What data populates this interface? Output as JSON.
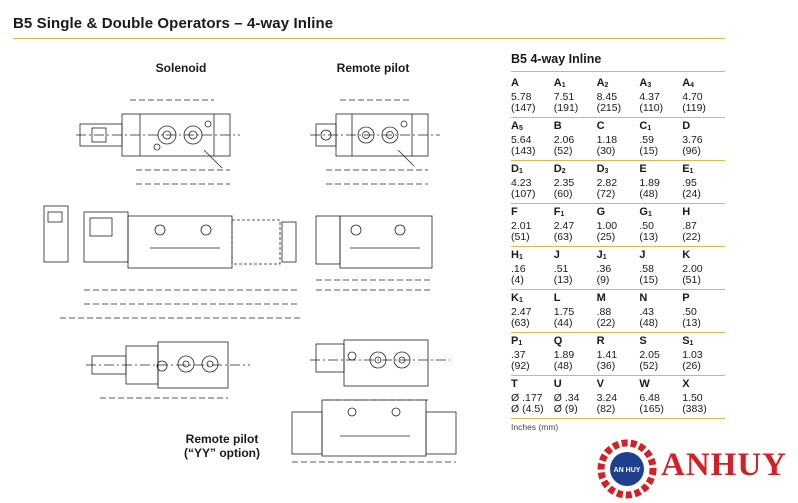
{
  "title": "B5 Single & Double Operators – 4-way Inline",
  "views": {
    "solenoid": "Solenoid",
    "remote_pilot": "Remote pilot",
    "remote_pilot_yy_line1": "Remote pilot",
    "remote_pilot_yy_line2": "(“YY” option)"
  },
  "table": {
    "title": "B5 4-way Inline",
    "units": "Inches (mm)",
    "rows": [
      [
        [
          "A",
          "",
          "5.78",
          "(147)"
        ],
        [
          "A",
          "1",
          "7.51",
          "(191)"
        ],
        [
          "A",
          "2",
          "8.45",
          "(215)"
        ],
        [
          "A",
          "3",
          "4.37",
          "(110)"
        ],
        [
          "A",
          "4",
          "4.70",
          "(119)"
        ]
      ],
      [
        [
          "A",
          "5",
          "5.64",
          "(143)"
        ],
        [
          "B",
          "",
          "2.06",
          "(52)"
        ],
        [
          "C",
          "",
          "1.18",
          "(30)"
        ],
        [
          "C",
          "1",
          ".59",
          "(15)"
        ],
        [
          "D",
          "",
          "3.76",
          "(96)"
        ]
      ],
      [
        [
          "D",
          "1",
          "4.23",
          "(107)"
        ],
        [
          "D",
          "2",
          "2.35",
          "(60)"
        ],
        [
          "D",
          "3",
          "2.82",
          "(72)"
        ],
        [
          "E",
          "",
          "1.89",
          "(48)"
        ],
        [
          "E",
          "1",
          ".95",
          "(24)"
        ]
      ],
      [
        [
          "F",
          "",
          "2.01",
          "(51)"
        ],
        [
          "F",
          "1",
          "2.47",
          "(63)"
        ],
        [
          "G",
          "",
          "1.00",
          "(25)"
        ],
        [
          "G",
          "1",
          ".50",
          "(13)"
        ],
        [
          "H",
          "",
          ".87",
          "(22)"
        ]
      ],
      [
        [
          "H",
          "1",
          ".16",
          "(4)"
        ],
        [
          "J",
          "",
          ".51",
          "(13)"
        ],
        [
          "J",
          "1",
          ".36",
          "(9)"
        ],
        [
          "J",
          "",
          ".58",
          "(15)"
        ],
        [
          "K",
          "",
          "2.00",
          "(51)"
        ]
      ],
      [
        [
          "K",
          "1",
          "2.47",
          "(63)"
        ],
        [
          "L",
          "",
          "1.75",
          "(44)"
        ],
        [
          "M",
          "",
          ".88",
          "(22)"
        ],
        [
          "N",
          "",
          ".43",
          "(48)"
        ],
        [
          "P",
          "",
          ".50",
          "(13)"
        ]
      ],
      [
        [
          "P",
          "1",
          ".37",
          "(92)"
        ],
        [
          "Q",
          "",
          "1.89",
          "(48)"
        ],
        [
          "R",
          "",
          "1.41",
          "(36)"
        ],
        [
          "S",
          "",
          "2.05",
          "(52)"
        ],
        [
          "S",
          "1",
          "1.03",
          "(26)"
        ]
      ],
      [
        [
          "T",
          "",
          "Ø .177",
          "Ø (4.5)"
        ],
        [
          "U",
          "",
          "Ø .34",
          "Ø (9)"
        ],
        [
          "V",
          "",
          "3.24",
          "(82)"
        ],
        [
          "W",
          "",
          "6.48",
          "(165)"
        ],
        [
          "X",
          "",
          "1.50",
          "(383)"
        ]
      ]
    ]
  },
  "logo": {
    "brand": "ANHUY",
    "badge": "AN HUY",
    "color": "#d41f26"
  }
}
